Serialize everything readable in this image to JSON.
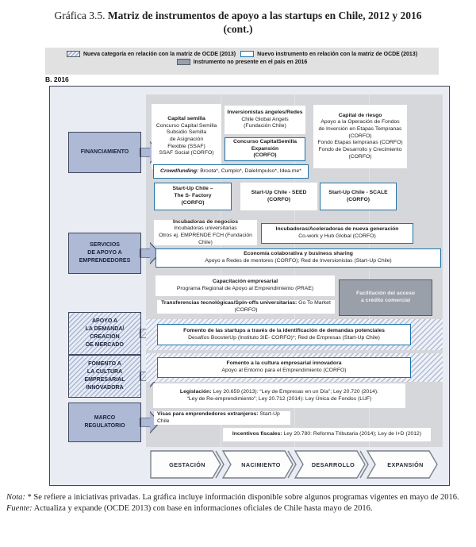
{
  "title": {
    "prefix": "Gráfica 3.5. ",
    "main": "Matriz de instrumentos de apoyo a las startups en Chile, 2012 y 2016",
    "cont": "(cont.)"
  },
  "legend": {
    "new_category": "Nueva categoría en relación con la matriz de OCDE (2013)",
    "new_instrument": "Nuevo instrumento en relación con la matriz de OCDE (2013)",
    "not_present": "Instrumento no presente  en el país en 2016"
  },
  "panel_label": "B. 2016",
  "categories": {
    "financiamiento": "FINANCIAMIENTO",
    "servicios": "SERVICIOS\nDE APOYO A\nEMPRENDEDORES",
    "apoyo_demanda": "APOYO A\nLA DEMANDA/\nCREACIÓN\nDE MERCADO",
    "fomento_cultura": "FOMENTO A\nLA CULTURA\nEMPRESARIAL\nINNOVADORA",
    "marco": "MARCO\nREGULATORIO"
  },
  "boxes": {
    "capital_semilla": {
      "title": "Capital semilla",
      "body": "Concurso Capital Semilla\nSubsidio Semilla\nde Asignación\nFlexible (SSAF)\nSSAF Social (CORFO)"
    },
    "inversionistas": {
      "title": "Inversionistas ángeles/Redes",
      "body": "Chile Global Angels\n(Fundación Chile)"
    },
    "concurso_expansion": {
      "title": "Concurso CapitalSemilla Expansión\n(CORFO)"
    },
    "capital_riesgo": {
      "title": "Capital de riesgo",
      "body": "Apoyo a la Operación de Fondos\nde Inversión en Etapas Tempranas\n(CORFO)\nFondo Etapas tempranas (CORFO)\nFondo de Desarrollo y Crecimiento\n(CORFO)"
    },
    "crowdfunding": {
      "lead": "Crowdfunding:",
      "rest": " Broota*, Cumplo*,  DaleImpulso*, Idea.me*"
    },
    "sfactory": {
      "title": "Start-Up Chile –\nThe S- Factory\n(CORFO)"
    },
    "seed": {
      "title": "Start-Up Chile - SEED\n(CORFO)"
    },
    "scale": {
      "title": "Start-Up Chile - SCALE\n(CORFO)"
    },
    "incubadoras": {
      "title": "Incubadoras de negocios",
      "body": "Incubadoras universitarias\nOtros ej. EMPRENDE FCH (Fundación Chile)"
    },
    "aceleradoras": {
      "title": "Incubadoras/Aceleradoras de nueva generación",
      "body": "Co-work y Hub Global (CORFO)"
    },
    "economia": {
      "title": "Economía colaborativa y business sharing",
      "body": "Apoyo a Redes de mentores (CORFO); Red de Inversionistas (Start-Up Chile)"
    },
    "capacitacion": {
      "title": "Capacitación empresarial",
      "body": "Programa Regional de Apoyo al Emprendimiento (PRAE)"
    },
    "facilitacion": {
      "title": "Facilitación del acceso\na crédito comercial"
    },
    "transferencias": {
      "lead": "Transferencias tecnológicas/Spin-offs universitarias:",
      "rest": " Go To Market (CORFO)"
    },
    "fomento_startups": {
      "title": "Fomento de las startups a través de la identificación de demandas potenciales",
      "body": "Desafíos BoosterUp (Instituto 3IE- CORFO)*; Red de Empresas (Start-Up Chile)"
    },
    "fomento_cultura_box": {
      "title": "Fomento a la cultura empresarial innovadora",
      "body": "Apoyo al Entorno para el Emprendimiento (CORFO)"
    },
    "legislacion": {
      "lead": "Legislación:",
      "rest": " Ley 20.659 (2013): “Ley de Empresas en un Día”; Ley  20.720 (2014):\n“Ley de Re-emprendimiento”; Ley 20.712 (2014): Ley Única de Fondos (LUF)"
    },
    "visas": {
      "lead": "Visas para emprendedores extranjeros:",
      "rest": " Start-Up Chile"
    },
    "incentivos": {
      "lead": "Incentivos fiscales:",
      "rest": " Ley 20.780: Reforma Tributaria (2014); Ley de I+D (2012)"
    }
  },
  "stages": {
    "s1": "GESTACIÓN",
    "s2": "NACIMIENTO",
    "s3": "DESARROLLO",
    "s4": "EXPANSIÓN"
  },
  "footer": {
    "nota_label": "Nota:",
    "nota_text": " * Se refiere a iniciativas privadas. La gráfica incluye información disponible sobre algunos programas vigentes en mayo de 2016.",
    "fuente_label": "Fuente:",
    "fuente_text": " Actualiza y expande (OCDE 2013) con base en informaciones oficiales de Chile hasta mayo de 2016."
  },
  "colors": {
    "accent_blue": "#1f72a8",
    "category_fill": "#aeb9d6",
    "not_present_fill": "#9aa0aa"
  }
}
